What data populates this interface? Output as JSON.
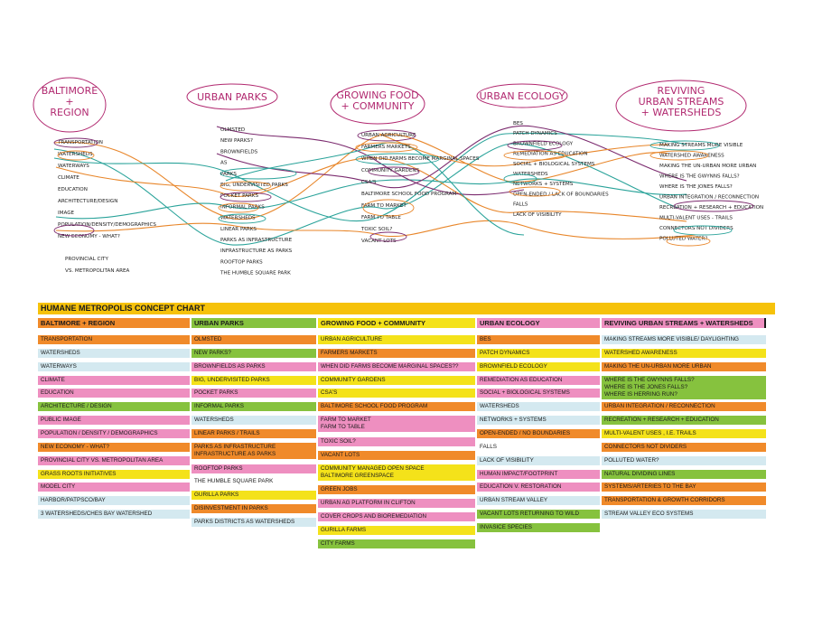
{
  "sketch": {
    "headers": [
      "BALTIMORE\n+\nREGION",
      "URBAN PARKS",
      "GROWING FOOD\n+ COMMUNITY",
      "URBAN ECOLOGY",
      "REVIVING\nURBAN STREAMS\n+ WATERSHEDS"
    ],
    "col1": [
      "TRANSPORTATION",
      "WATERSHEDS",
      "WATERWAYS",
      "CLIMATE",
      "EDUCATION",
      "ARCHITECTURE/DESIGN",
      "IMAGE",
      "POPULATION/DENSITY/DEMOGRAPHICS",
      "NEW ECONOMY - WHAT?",
      "PROVINCIAL CITY",
      "VS. METROPOLITAN AREA"
    ],
    "col2": [
      "OLMSTED",
      "NEW PARKS?",
      "BROWNFIELDS",
      "AS",
      "PARKS",
      "BIG, UNDERVISITED PARKS",
      "POCKET PARKS",
      "INFORMAL PARKS",
      "WATERSHEDS",
      "LINEAR PARKS",
      "PARKS AS INFRASTRUCTURE",
      "INFRASTRUCTURE AS PARKS",
      "ROOFTOP PARKS",
      "THE HUMBLE SQUARE PARK"
    ],
    "col3": [
      "URBAN AGRICULTURE",
      "FARMERS MARKETS",
      "WHEN DID FARMS BECOME MARGINAL SPACES",
      "COMMUNITY GARDENS",
      "CSA'S",
      "BALTIMORE SCHOOL FOOD PROGRAM",
      "FARM TO MARKET",
      "FARM TO TABLE",
      "TOXIC SOIL?",
      "VACANT LOTS"
    ],
    "col4": [
      "BES",
      "PATCH DYNAMICS",
      "BROWNFIELD ECOLOGY",
      "REMEDIATION AS EDUCATION",
      "SOCIAL + BIOLOGICAL SYSTEMS",
      "WATERSHEDS",
      "NETWORKS + SYSTEMS",
      "OPEN-ENDED / LACK OF BOUNDARIES",
      "FALLS",
      "LACK OF VISIBILITY"
    ],
    "col5": [
      "MAKING STREAMS MORE VISIBLE",
      "WATERSHED AWARENESS",
      "MAKING THE UN-URBAN MORE URBAN",
      "WHERE IS THE GWYNNS FALLS?",
      "WHERE IS THE JONES FALLS?",
      "URBAN INTEGRATION / RECONNECTION",
      "RECREATION + RESEARCH + EDUCATION",
      "MULTI-VALENT USES - TRAILS",
      "CONNECTORS NOT DIVIDERS",
      "POLLUTED WATER?"
    ]
  },
  "chart": {
    "title": "HUMANE METROPOLIS CONCEPT CHART",
    "columns": [
      {
        "header": "BALTIMORE + REGION",
        "color": "#f08a2a",
        "cells": [
          {
            "text": "TRANSPORTATION",
            "color": "#f08a2a"
          },
          {
            "text": "WATERSHEDS",
            "color": "#d4e9f0"
          },
          {
            "text": "WATERWAYS",
            "color": "#d4e9f0"
          },
          {
            "text": "CLIMATE",
            "color": "#ee8fc0"
          },
          {
            "text": "EDUCATION",
            "color": "#ee8fc0"
          },
          {
            "text": "ARCHITECTURE / DESIGN",
            "color": "#86c23e"
          },
          {
            "text": "PUBLIC IMAGE",
            "color": "#ee8fc0"
          },
          {
            "text": "POPULATION / DENSITY / DEMOGRAPHICS",
            "color": "#ee8fc0"
          },
          {
            "text": "NEW ECONOMY - WHAT?",
            "color": "#f08a2a"
          },
          {
            "text": "PROVINCIAL CITY VS. METROPOLITAN AREA",
            "color": "#ee8fc0"
          },
          {
            "text": "GRASS ROOTS INITIATIVES",
            "color": "#f4e21a"
          },
          {
            "text": "MODEL CITY",
            "color": "#ee8fc0"
          },
          {
            "text": "HARBOR/PATPSCO/BAY",
            "color": "#d4e9f0"
          },
          {
            "text": "3 WATERSHEDS/CHES BAY WATERSHED",
            "color": "#d4e9f0"
          }
        ]
      },
      {
        "header": "URBAN PARKS",
        "color": "#86c23e",
        "cells": [
          {
            "text": "OLMSTED",
            "color": "#f08a2a"
          },
          {
            "text": "NEW PARKS?",
            "color": "#86c23e"
          },
          {
            "text": "BROWNFIELDS AS PARKS",
            "color": "#ee8fc0"
          },
          {
            "text": "BIG, UNDERVISITED PARKS",
            "color": "#f4e21a"
          },
          {
            "text": "POCKET PARKS",
            "color": "#ee8fc0"
          },
          {
            "text": "INFORMAL PARKS",
            "color": "#86c23e"
          },
          {
            "text": "WATERSHEDS",
            "color": "#d4e9f0"
          },
          {
            "text": "LINEAR PARKS / TRAILS",
            "color": "#f08a2a"
          },
          {
            "text": "PARKS AS INFRASTRUCTURE\nINFRASTRUCTURE AS PARKS",
            "color": "#f08a2a"
          },
          {
            "text": "ROOFTOP PARKS",
            "color": "#ee8fc0"
          },
          {
            "text": "THE HUMBLE SQUARE PARK",
            "color": "#ffffff"
          },
          {
            "text": "GURILLA  PARKS",
            "color": "#f4e21a"
          },
          {
            "text": "DISINVESTMENT IN PARKS",
            "color": "#f08a2a"
          },
          {
            "text": "PARKS DISTRICTS AS WATERSHEDS",
            "color": "#d4e9f0"
          }
        ]
      },
      {
        "header": "GROWING FOOD + COMMUNITY",
        "color": "#f4e21a",
        "cells": [
          {
            "text": "URBAN AGRICULTURE",
            "color": "#f4e21a"
          },
          {
            "text": "FARMERS MARKETS",
            "color": "#f08a2a"
          },
          {
            "text": "WHEN DID FARMS BECOME MARGINAL SPACES??",
            "color": "#ee8fc0"
          },
          {
            "text": "COMMUNITY GARDENS",
            "color": "#f4e21a"
          },
          {
            "text": "CSA'S",
            "color": "#f4e21a"
          },
          {
            "text": "BALTIMORE SCHOOL FOOD PROGRAM",
            "color": "#f08a2a"
          },
          {
            "text": "FARM TO MARKET\nFARM TO TABLE",
            "color": "#ee8fc0"
          },
          {
            "text": "TOXIC SOIL?",
            "color": "#ee8fc0"
          },
          {
            "text": "VACANT LOTS",
            "color": "#f08a2a"
          },
          {
            "text": "COMMUNITY MANAGED OPEN SPACE\nBALTIMORE GREENSPACE",
            "color": "#f4e21a"
          },
          {
            "text": "GREEN JOBS",
            "color": "#f08a2a"
          },
          {
            "text": "URBAN AG PLATFORM IN CLIFTON",
            "color": "#ee8fc0"
          },
          {
            "text": "COVER CROPS AND BIOREMEDIATION",
            "color": "#ee8fc0"
          },
          {
            "text": "GURILLA FARMS",
            "color": "#f4e21a"
          },
          {
            "text": "CITY FARMS",
            "color": "#86c23e"
          }
        ]
      },
      {
        "header": "URBAN ECOLOGY",
        "color": "#ee8fc0",
        "cells": [
          {
            "text": "BES",
            "color": "#f08a2a"
          },
          {
            "text": "PATCH DYNAMICS",
            "color": "#f4e21a"
          },
          {
            "text": "BROWNFIELD ECOLOGY",
            "color": "#f4e21a"
          },
          {
            "text": "REMEDIATION AS EDUCATION",
            "color": "#ee8fc0"
          },
          {
            "text": "SOCIAL + BIOLOGICAL SYSTEMS",
            "color": "#ee8fc0"
          },
          {
            "text": "WATERSHEDS",
            "color": "#d4e9f0"
          },
          {
            "text": "NETWORKS + SYSTEMS",
            "color": "#d4e9f0"
          },
          {
            "text": "OPEN-ENDED / NO BOUNDARIES",
            "color": "#f08a2a"
          },
          {
            "text": "FALLS",
            "color": "#ffffff"
          },
          {
            "text": "LACK OF VISIBILITY",
            "color": "#d4e9f0"
          },
          {
            "text": "HUMAN IMPACT/FOOTPRINT",
            "color": "#ee8fc0"
          },
          {
            "text": "EDUCATION V. RESTORATION",
            "color": "#ee8fc0"
          },
          {
            "text": "URBAN STREAM VALLEY",
            "color": "#d4e9f0"
          },
          {
            "text": "VACANT LOTS RETURNING TO WILD",
            "color": "#86c23e"
          },
          {
            "text": "INVASICE SPECIES",
            "color": "#86c23e"
          }
        ]
      },
      {
        "header": "REVIVING URBAN STREAMS + WATERSHEDS",
        "color": "#ee8fc0",
        "cells": [
          {
            "text": "MAKING STREAMS MORE VISIBLE/ DAYLIGHTING",
            "color": "#d4e9f0"
          },
          {
            "text": "WATERSHED AWARENESS",
            "color": "#f4e21a"
          },
          {
            "text": "MAKING THE UN-URBAN MORE URBAN",
            "color": "#f08a2a"
          },
          {
            "text": "WHERE IS THE GWYNNS FALLS?\nWHERE IS THE JONES FALLS?\nWHERE  IS HERRING RUN?",
            "color": "#86c23e"
          },
          {
            "text": "URBAN INTEGRATION / RECONNECTION",
            "color": "#f08a2a"
          },
          {
            "text": "RECREATION + RESEARCH + EDUCATION",
            "color": "#86c23e"
          },
          {
            "text": "MULTI-VALENT USES , I.E. TRAILS",
            "color": "#f4e21a"
          },
          {
            "text": "CONNECTORS NOT DIVIDERS",
            "color": "#f08a2a"
          },
          {
            "text": "POLLUTED WATER?",
            "color": "#d4e9f0"
          },
          {
            "text": "NATURAL DIVIDING LINES",
            "color": "#86c23e"
          },
          {
            "text": "SYSTEMS/ARTERIES TO THE BAY",
            "color": "#f08a2a"
          },
          {
            "text": "TRANSPORTATION & GROWTH CORRIDORS",
            "color": "#f08a2a"
          },
          {
            "text": "STREAM VALLEY ECO SYSTEMS",
            "color": "#d4e9f0"
          }
        ]
      }
    ]
  }
}
